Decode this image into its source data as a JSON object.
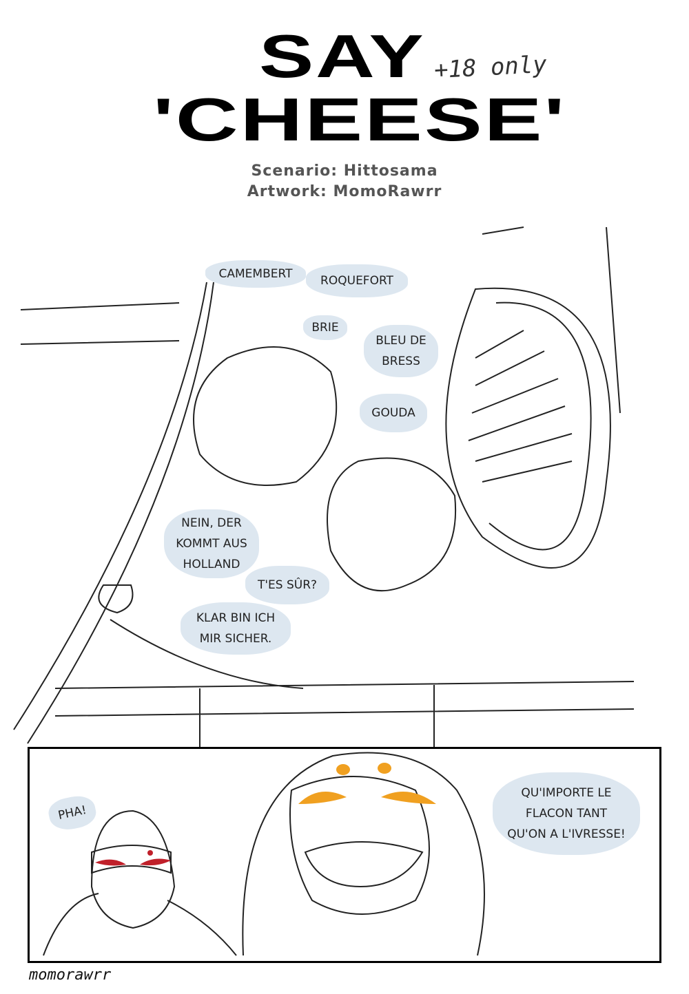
{
  "title": {
    "line1": "SAY",
    "line2": "'CHEESE'",
    "rating": "+18 only"
  },
  "credits": {
    "scenario": "Scenario: Hittosama",
    "artwork": "Artwork: MomoRawrr"
  },
  "panel1": {
    "bubbles": [
      "CAMEMBERT",
      "ROQUEFORT",
      "BRIE",
      "BLEU DE\nBRESS",
      "GOUDA",
      "NEIN, DER\nKOMMT AUS\nHOLLAND",
      "T'ES SÛR?",
      "KLAR BIN ICH\nMIR SICHER."
    ]
  },
  "panel2": {
    "bubbles": [
      "PHA!",
      "QU'IMPORTE LE\nFLACON TANT\nQU'ON A L'IVRESSE!"
    ]
  },
  "signature": "momorawrr",
  "colors": {
    "bubble": "#dde7f0",
    "mask_orange": "#f0a020",
    "mask_red": "#c0202a"
  }
}
